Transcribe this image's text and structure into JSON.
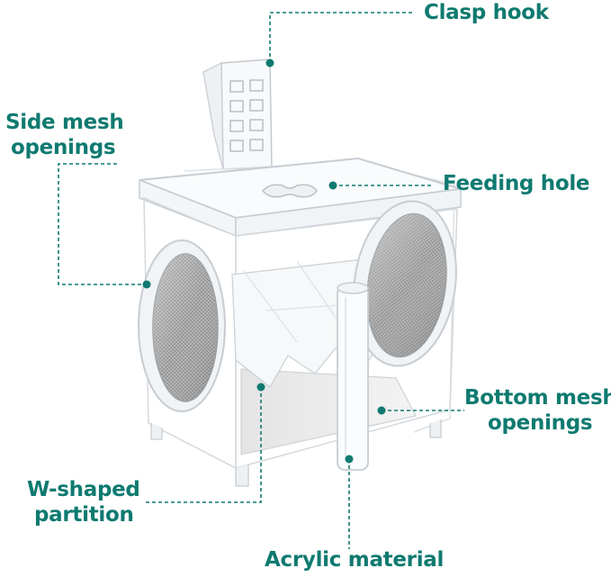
{
  "colors": {
    "accent": "#0f7a70",
    "acrylic_edge": "#c9ced3",
    "mesh": "#9a9a9a"
  },
  "callouts": {
    "clasp_hook": "Clasp hook",
    "side_mesh_line1": "Side mesh",
    "side_mesh_line2": "openings",
    "feeding_hole": "Feeding hole",
    "bottom_mesh_line1": "Bottom mesh",
    "bottom_mesh_line2": "openings",
    "w_partition_line1": "W-shaped",
    "w_partition_line2": "partition",
    "acrylic": "Acrylic material"
  }
}
